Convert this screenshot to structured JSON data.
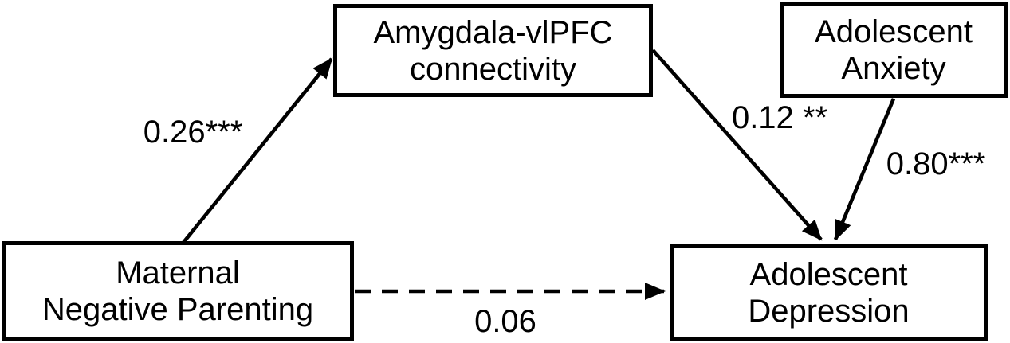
{
  "colors": {
    "background": "#ffffff",
    "line": "#000000",
    "text": "#000000"
  },
  "nodes": [
    {
      "id": "maternal-negative-parenting",
      "lines": [
        "Maternal",
        "Negative Parenting"
      ]
    },
    {
      "id": "amygdala-vlpfc-connectivity",
      "lines": [
        "Amygdala-vlPFC",
        "connectivity"
      ]
    },
    {
      "id": "adolescent-anxiety",
      "lines": [
        "Adolescent",
        "Anxiety"
      ]
    },
    {
      "id": "adolescent-depression",
      "lines": [
        "Adolescent",
        "Depression"
      ]
    }
  ],
  "edges": [
    {
      "from": "maternal-negative-parenting",
      "to": "amygdala-vlpfc-connectivity",
      "style": "solid",
      "coefficient": "0.26***"
    },
    {
      "from": "amygdala-vlpfc-connectivity",
      "to": "adolescent-depression",
      "style": "solid",
      "coefficient": "0.12 **"
    },
    {
      "from": "adolescent-anxiety",
      "to": "adolescent-depression",
      "style": "solid",
      "coefficient": "0.80***"
    },
    {
      "from": "maternal-negative-parenting",
      "to": "adolescent-depression",
      "style": "dashed",
      "coefficient": "0.06"
    }
  ]
}
